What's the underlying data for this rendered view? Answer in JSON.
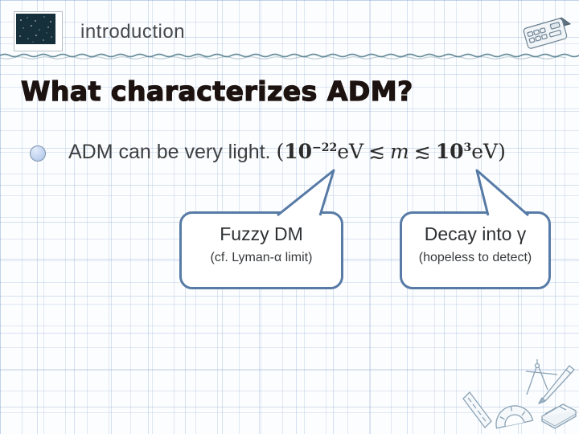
{
  "slide": {
    "header": {
      "label": "introduction",
      "logo_icon": "starfield-square",
      "corner_icon": "sketch-calculator"
    },
    "title": "What characterizes ADM?",
    "bullet": {
      "text": "ADM can be very light. ",
      "formula": {
        "open": "(",
        "base1": "10",
        "sup1": "−22",
        "unit1": "eV",
        "rel1": "≲",
        "var": "m",
        "rel2": "≲",
        "base2": "10",
        "sup2": "3",
        "unit2": "eV",
        "close": ")"
      }
    },
    "callouts": [
      {
        "title": "Fuzzy DM",
        "subtitle": "(cf. Lyman-α limit)",
        "pointer": "up-right toward formula"
      },
      {
        "title": "Decay into γ",
        "subtitle": "(hopeless to detect)",
        "pointer": "up-left toward formula"
      }
    ],
    "decorations": {
      "corner_icons": [
        "sketch-ruler",
        "sketch-protractor",
        "sketch-compass",
        "sketch-pencil",
        "sketch-notebook"
      ]
    },
    "colors": {
      "callout_border": "#577ba6",
      "bullet_fill": "#c3d5f0",
      "bullet_border": "#8094ab",
      "grid_line": "#d7e3f1",
      "divider_squiggle": "#4e7a8c",
      "logo_fill": "#15303b",
      "title_color": "#1c1210",
      "body_text": "#3d4043"
    }
  }
}
